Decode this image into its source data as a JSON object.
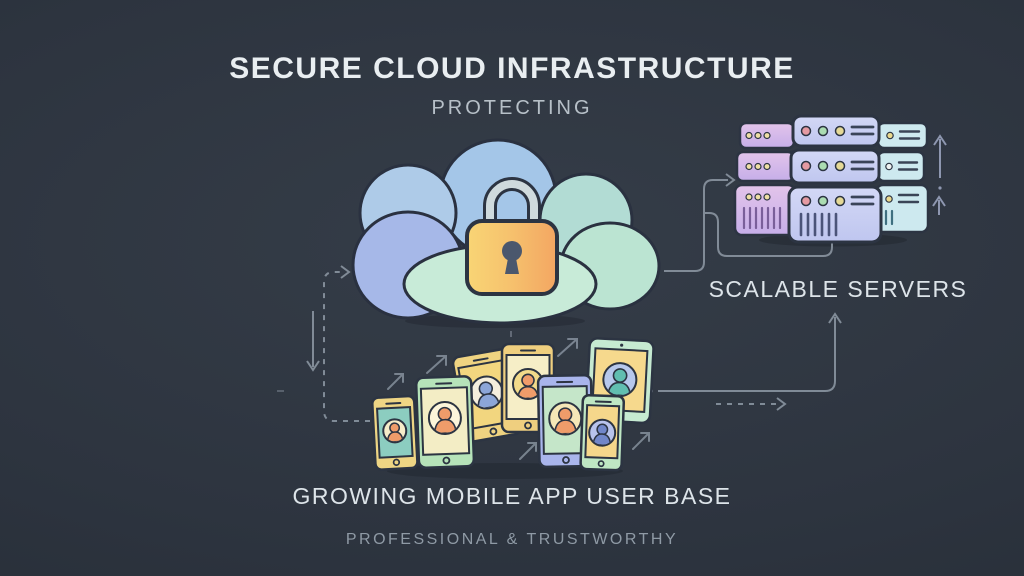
{
  "title": "SECURE CLOUD INFRASTRUCTURE",
  "subtitle": "PROTECTING",
  "labels": {
    "scalable_servers": "SCALABLE SERVERS",
    "mobile_users": "GROWING MOBILE APP USER BASE",
    "tagline": "PROFESSIONAL & TRUSTWORTHY"
  },
  "icons": [
    "cloud-icon",
    "padlock-icon",
    "server-rack-icon",
    "smartphone-icon",
    "tablet-icon",
    "user-avatar-icon",
    "growth-arrow-icon",
    "scale-up-arrow-icon",
    "dashed-flow-arrow-icon"
  ],
  "colors": {
    "background": "#2d343f",
    "title_text": "#e9eef1",
    "muted_text": "#8f9aa5",
    "connector": "#8f9aa6",
    "cloud_blue": "#a4c6e8",
    "cloud_periwinkle": "#a6b8e8",
    "cloud_mint": "#c8ebd8",
    "lock_yellow": "#f9d575",
    "lock_orange": "#f3a662",
    "server_purple": "#d4b6e8",
    "server_periwinkle": "#c9d0f3",
    "server_cyan": "#cde9ef",
    "phone_yellow": "#efcf7f",
    "phone_green": "#b6e3b9",
    "phone_periwinkle": "#a9b5ec",
    "avatar_orange": "#ef9c6a",
    "avatar_blue": "#7187c9",
    "avatar_teal": "#61beb0"
  }
}
